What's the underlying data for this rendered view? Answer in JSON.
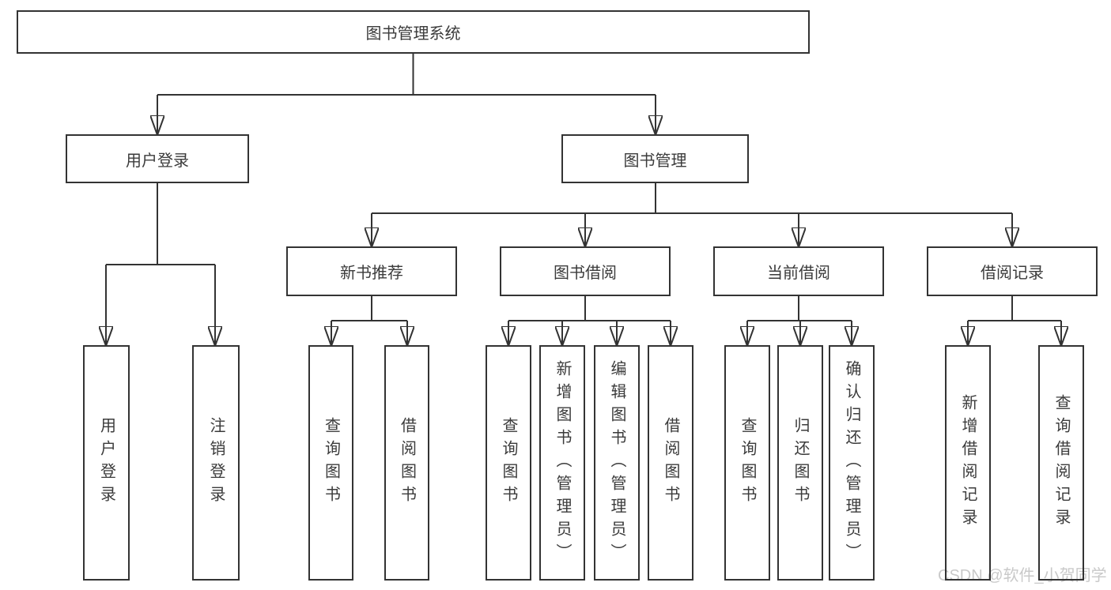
{
  "diagram": {
    "root": {
      "label": "图书管理系统"
    },
    "user_login": {
      "label": "用户登录",
      "children": [
        {
          "label": "用户登录"
        },
        {
          "label": "注销登录"
        }
      ]
    },
    "book_mgmt": {
      "label": "图书管理",
      "sections": [
        {
          "label": "新书推荐",
          "children": [
            {
              "label": "查询图书"
            },
            {
              "label": "借阅图书"
            }
          ]
        },
        {
          "label": "图书借阅",
          "children": [
            {
              "label": "查询图书"
            },
            {
              "label": "新增图书（管理员）"
            },
            {
              "label": "编辑图书（管理员）"
            },
            {
              "label": "借阅图书"
            }
          ]
        },
        {
          "label": "当前借阅",
          "children": [
            {
              "label": "查询图书"
            },
            {
              "label": "归还图书"
            },
            {
              "label": "确认归还（管理员）"
            }
          ]
        },
        {
          "label": "借阅记录",
          "children": [
            {
              "label": "新增借阅记录"
            },
            {
              "label": "查询借阅记录"
            }
          ]
        }
      ]
    }
  },
  "watermark": {
    "text": "CSDN @软件_小贺同学"
  },
  "colors": {
    "line": "#333333",
    "text": "#3b3b3b",
    "watermark": "#c9c9c9",
    "background": "#ffffff"
  }
}
